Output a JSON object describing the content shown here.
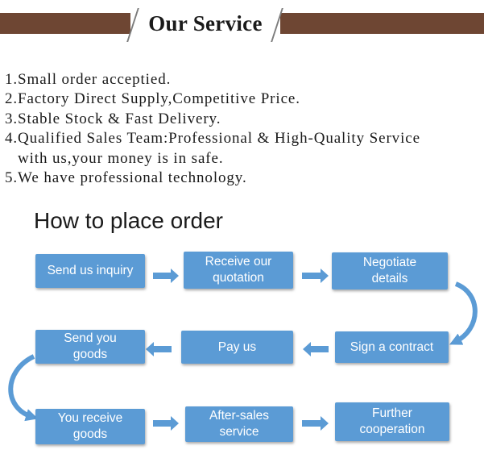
{
  "banner": {
    "title": "Our Service"
  },
  "services": [
    "1.Small order acceptied.",
    "2.Factory Direct Supply,Competitive Price.",
    "3.Stable Stock & Fast Delivery.",
    "4.Qualified Sales Team:Professional & High-Quality Service",
    "with us,your money is in safe.",
    "5.We have professional technology."
  ],
  "process": {
    "title": "How to place order",
    "steps": [
      "Send us inquiry",
      "Receive our\nquotation",
      "Negotiate\ndetails",
      "Sign a contract",
      "Pay  us",
      "Send you\ngoods",
      "You  receive\ngoods",
      "After-sales\nservice",
      "Further\ncooperation"
    ]
  },
  "colors": {
    "banner": "#6e4633",
    "box": "#5b9bd5",
    "arrow": "#5b9bd5"
  }
}
